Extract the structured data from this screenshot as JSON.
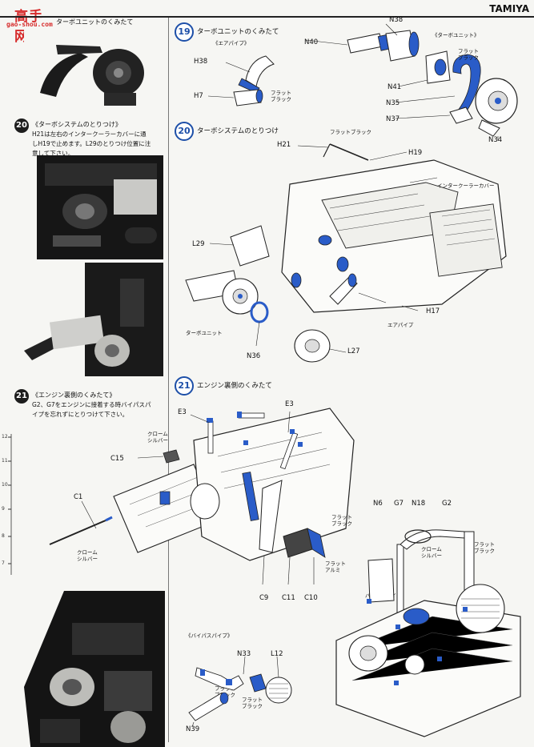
{
  "watermark": {
    "logo_text": "高手网",
    "url": "gao-shou.com"
  },
  "header": {
    "brand": "TAMIYA"
  },
  "left_column": {
    "top_caption": "ターボユニットのくみたて",
    "step20": {
      "number": "20",
      "title": "《ターボシステムのとりつけ》",
      "body": "H21は左右のインタークーラーカバーに通しH19で止めます。L29のとりつけ位置に注意して下さい。"
    },
    "step21": {
      "number": "21",
      "title": "《エンジン裏側のくみたて》",
      "body": "G2、G7をエンジンに接着する時バイパスパイプを忘れずにとりつけて下さい。"
    },
    "ruler_ticks": [
      "12",
      "11",
      "10",
      "9",
      "8",
      "7"
    ]
  },
  "step19": {
    "number": "19",
    "title": "ターボユニットのくみたて",
    "labels": {
      "h38": "H38",
      "h7": "H7",
      "n38": "N38",
      "n40": "N40",
      "n41": "N41",
      "n35": "N35",
      "n37": "N37",
      "n34": "N34"
    },
    "notes": {
      "air_pipe": "《エアパイプ》",
      "turbo_unit": "《ターボユニット》",
      "flat_black_1": "フラット\nブラック",
      "flat_black_2": "フラット\nブラック"
    }
  },
  "step20": {
    "number": "20",
    "title": "ターボシステムのとりつけ",
    "labels": {
      "h21": "H21",
      "h19": "H19",
      "l29": "L29",
      "h17": "H17",
      "n36": "N36",
      "l27": "L27"
    },
    "notes": {
      "flat_black": "フラットブラック",
      "intercooler_cover": "インタークーラーカバー",
      "air_pipe": "エアパイプ",
      "turbo_unit": "ターボユニット"
    }
  },
  "step21": {
    "number": "21",
    "title": "エンジン裏側のくみたて",
    "labels": {
      "e3_left": "E3",
      "e3_right": "E3",
      "c15": "C15",
      "c1": "C1",
      "c9": "C9",
      "c11": "C11",
      "c10": "C10",
      "n6": "N6",
      "g7": "G7",
      "n18": "N18",
      "g2": "G2",
      "n33": "N33",
      "l12": "L12",
      "n39": "N39"
    },
    "notes": {
      "chrome_silver_1": "クローム\nシルバー",
      "chrome_silver_2": "クローム\nシルバー",
      "chrome_silver_3": "クローム\nシルバー",
      "flat_black_a": "フラット\nブラック",
      "flat_aluminum": "フラット\nアルミ",
      "flat_black_b": "フラット\nブラック",
      "flat_black_c": "フラット\nブラック",
      "flat_black_d": "フラット\nブラック",
      "bypass_pipe": "バイパスパイプ",
      "bypass_pipe_box": "《バイパスパイプ》"
    }
  },
  "colors": {
    "accent_blue": "#1d4fa8",
    "part_blue": "#2a5cc8",
    "ink": "#111111",
    "watermark_red": "#d62a2a"
  }
}
